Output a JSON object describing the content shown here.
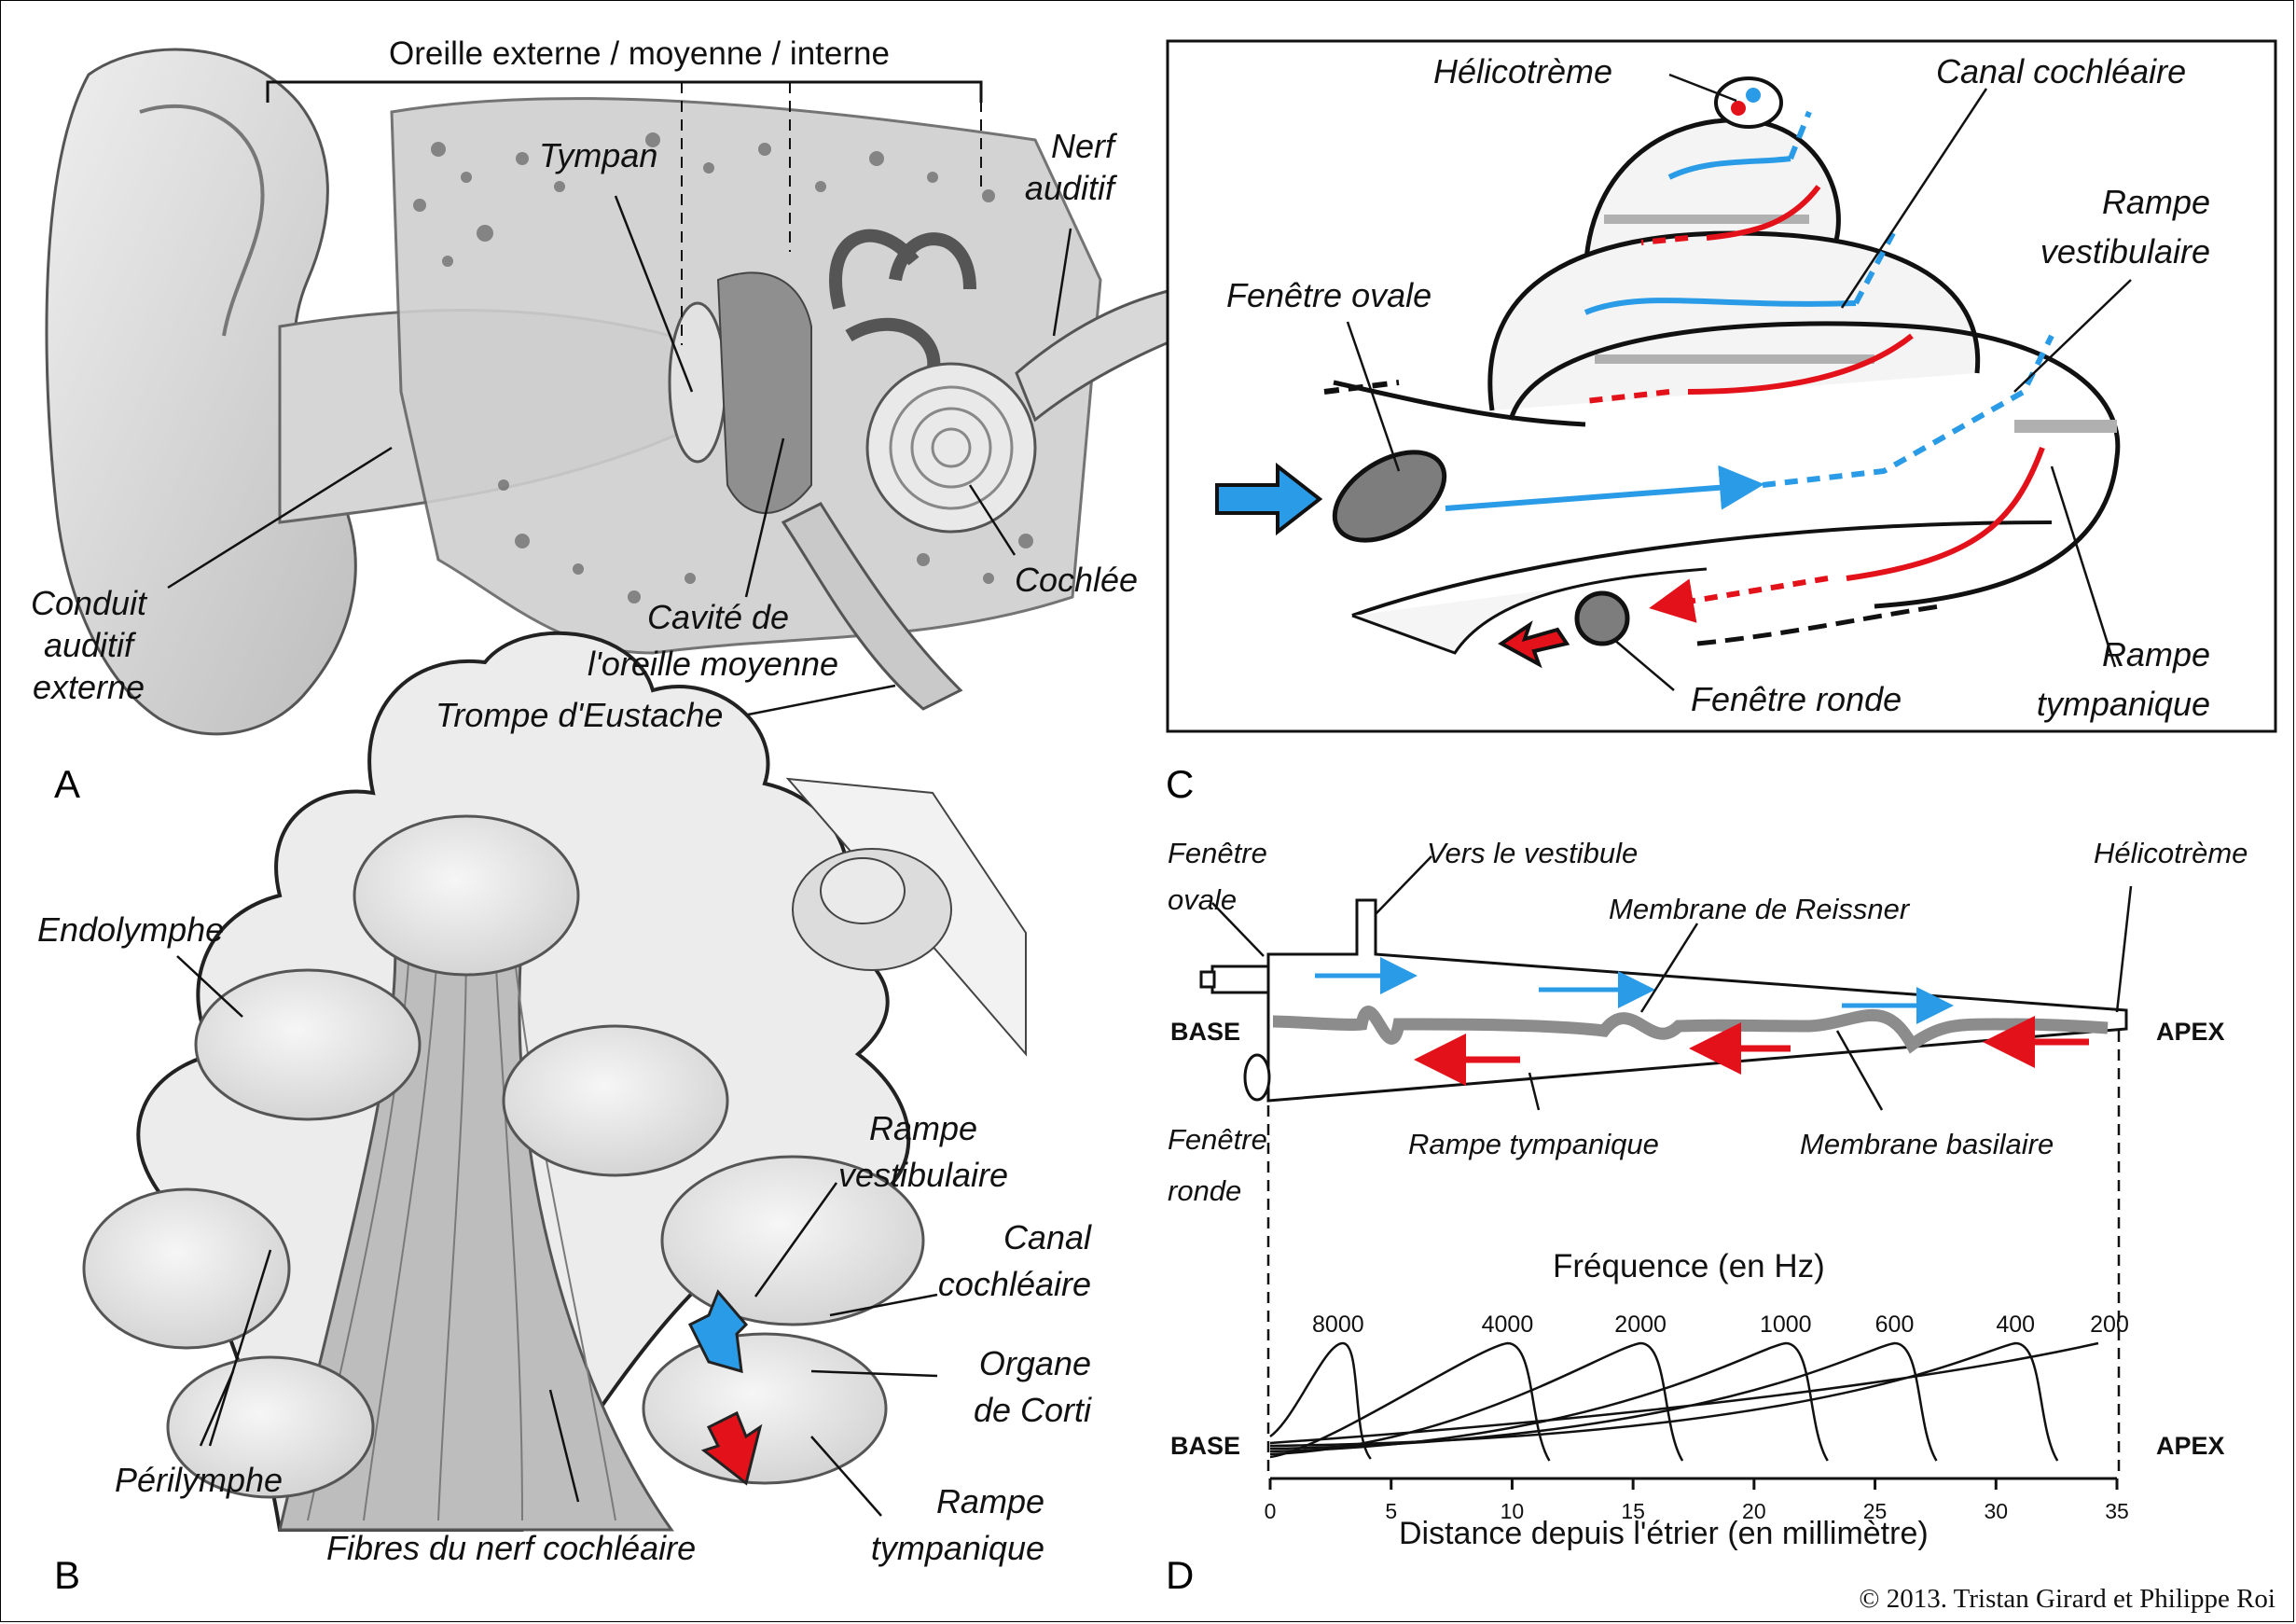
{
  "panelA": {
    "letter": "A",
    "header": "Oreille externe / moyenne / interne",
    "tympan": "Tympan",
    "nerf_line1": "Nerf",
    "nerf_line2": "auditif",
    "conduit_line1": "Conduit",
    "conduit_line2": "auditif",
    "conduit_line3": "externe",
    "cavite_line1": "Cavité de",
    "cavite_line2": "l'oreille moyenne",
    "cochlee": "Cochlée",
    "trompe": "Trompe d'Eustache"
  },
  "panelB": {
    "letter": "B",
    "endolymphe": "Endolymphe",
    "perilymphe": "Périlymphe",
    "fibres": "Fibres du nerf cochléaire",
    "rampe_vest_line1": "Rampe",
    "rampe_vest_line2": "vestibulaire",
    "canal_line1": "Canal",
    "canal_line2": "cochléaire",
    "organe_line1": "Organe",
    "organe_line2": "de Corti",
    "rampe_tymp_line1": "Rampe",
    "rampe_tymp_line2": "tympanique"
  },
  "panelC": {
    "letter": "C",
    "helicotreme": "Hélicotrème",
    "canal": "Canal cochléaire",
    "rampe_vest_line1": "Rampe",
    "rampe_vest_line2": "vestibulaire",
    "fenetre_ovale": "Fenêtre ovale",
    "fenetre_ronde": "Fenêtre ronde",
    "rampe_tymp_line1": "Rampe",
    "rampe_tymp_line2": "tympanique"
  },
  "panelD": {
    "letter": "D",
    "fenetre_ovale_line1": "Fenêtre",
    "fenetre_ovale_line2": "ovale",
    "vers_vestibule": "Vers le vestibule",
    "helicotreme": "Hélicotrème",
    "membrane_reissner": "Membrane de Reissner",
    "base": "BASE",
    "apex": "APEX",
    "fenetre_ronde_line1": "Fenêtre",
    "fenetre_ronde_line2": "ronde",
    "rampe_tympanique": "Rampe tympanique",
    "membrane_basilaire": "Membrane basilaire",
    "freq_title": "Fréquence (en Hz)",
    "xlabel": "Distance depuis l'étrier (en millimètre)",
    "base2": "BASE",
    "apex2": "APEX"
  },
  "colors": {
    "blue": "#2a9be6",
    "red": "#e3121a",
    "gray": "#8c8c8c"
  },
  "chart_data": {
    "type": "line",
    "title": "Fréquence (en Hz)",
    "xlabel": "Distance depuis l'étrier (en millimètre)",
    "ylabel": "",
    "xlim": [
      0,
      35
    ],
    "x_ticks": [
      0,
      5,
      10,
      15,
      20,
      25,
      30,
      35
    ],
    "series": [
      {
        "name": "8000",
        "peak_x": 3
      },
      {
        "name": "4000",
        "peak_x": 10
      },
      {
        "name": "2000",
        "peak_x": 15.5
      },
      {
        "name": "1000",
        "peak_x": 21.5
      },
      {
        "name": "600",
        "peak_x": 26
      },
      {
        "name": "400",
        "peak_x": 31
      },
      {
        "name": "200",
        "peak_x": 35
      }
    ]
  },
  "copyright": "© 2013. Tristan Girard et Philippe Roi"
}
